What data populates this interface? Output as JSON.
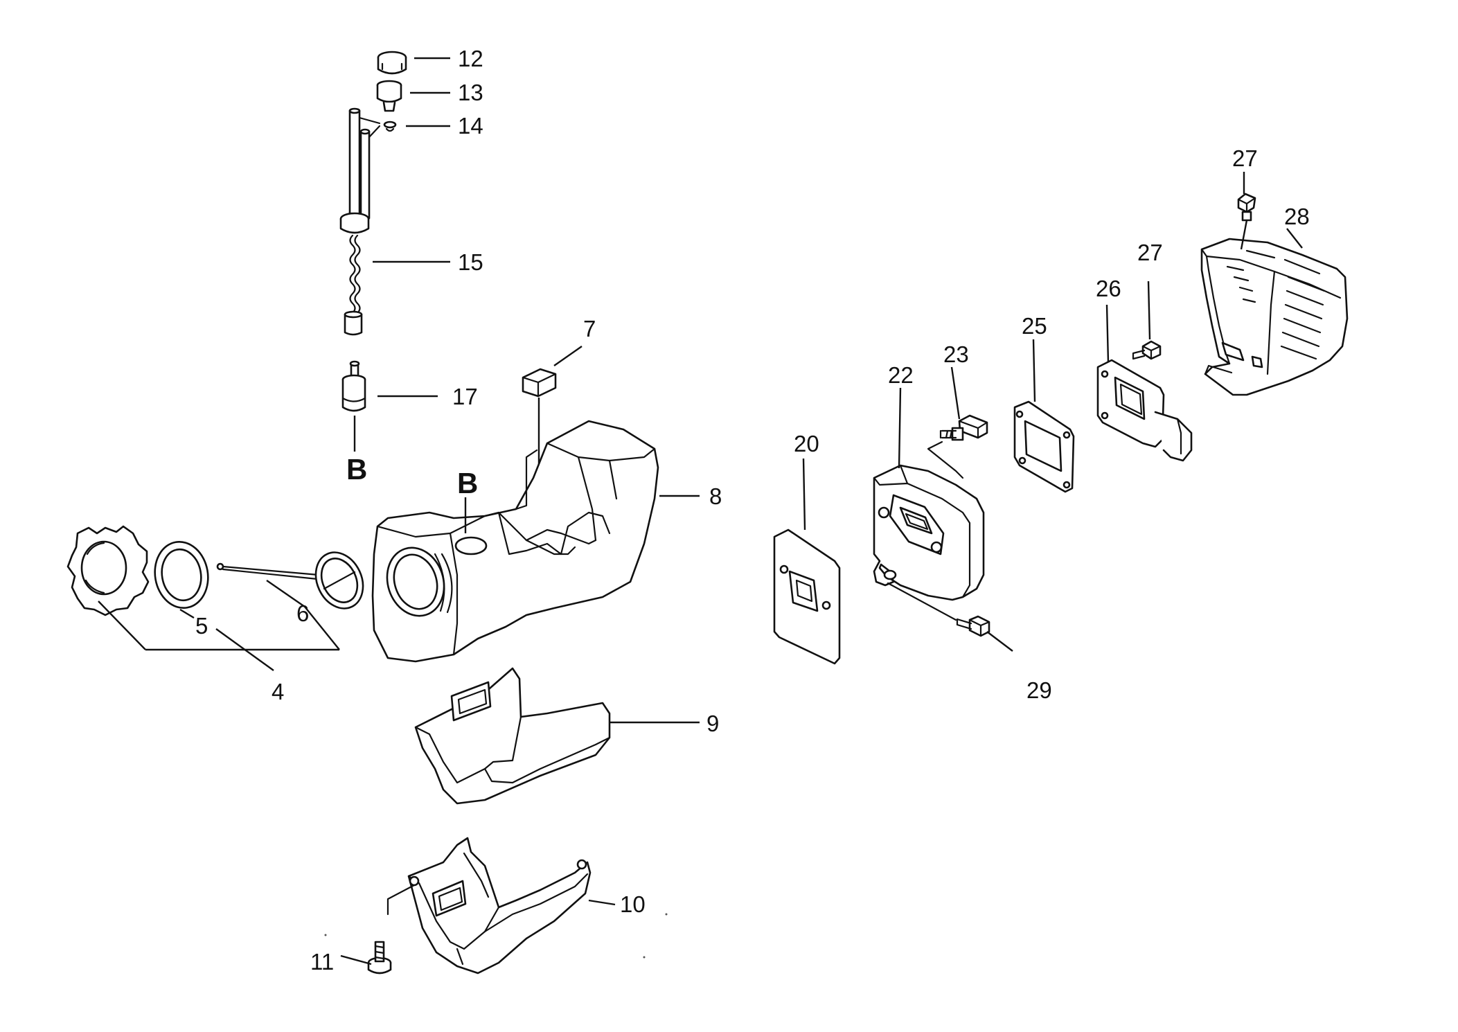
{
  "diagram": {
    "labels": {
      "p4": "4",
      "p5": "5",
      "p6": "6",
      "p7": "7",
      "p8": "8",
      "p9": "9",
      "p10": "10",
      "p11": "11",
      "p12": "12",
      "p13": "13",
      "p14": "14",
      "p15": "15",
      "p17": "17",
      "p20": "20",
      "p22": "22",
      "p23": "23",
      "p25": "25",
      "p26": "26",
      "p27a": "27",
      "p27b": "27",
      "p28": "28",
      "p29": "29"
    },
    "callouts": {
      "b_filter": "B",
      "b_tank": "B"
    }
  }
}
